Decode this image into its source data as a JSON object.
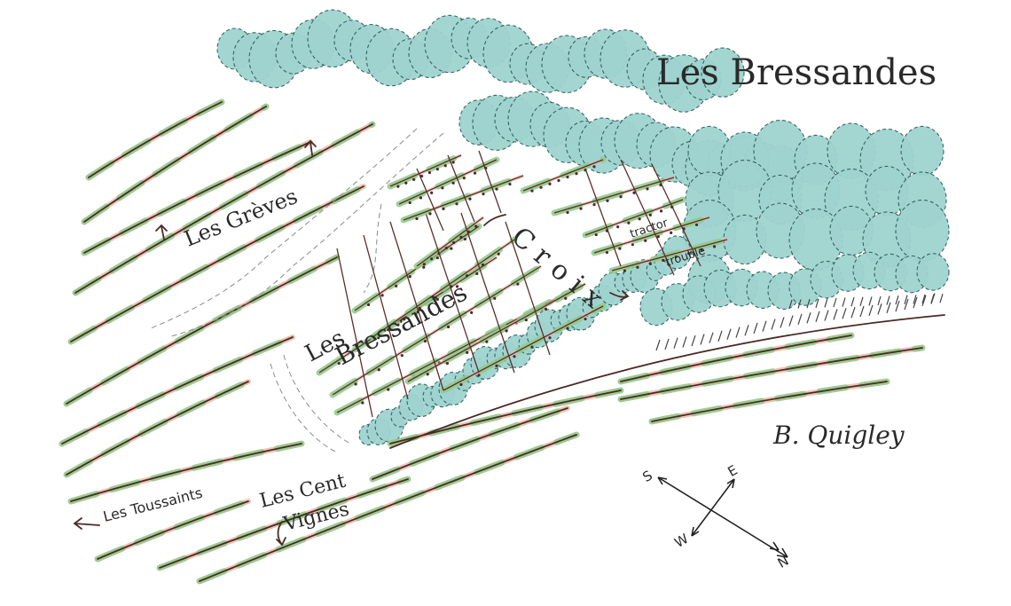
{
  "title": "Les Bressandes",
  "signature": "B. Quigley",
  "labels": {
    "les_greves": "Les Grèves",
    "les_bressandes_lower_1": "Les",
    "les_bressandes_lower_2": "Bressandes",
    "croix": "Croix",
    "tractor": "tractor",
    "trouble": "trouble",
    "les_toussaints": "Les Toussaints",
    "les_cent": "Les Cent",
    "vignes": "Vignes"
  },
  "compass": {
    "north": "N",
    "south": "S",
    "east": "E",
    "west": "W"
  },
  "colors": {
    "trees": "#9fd3cf",
    "vine_leaf": "#8fc98a",
    "vine_soil": "#e8b6a3",
    "ink": "#4a2a26"
  }
}
